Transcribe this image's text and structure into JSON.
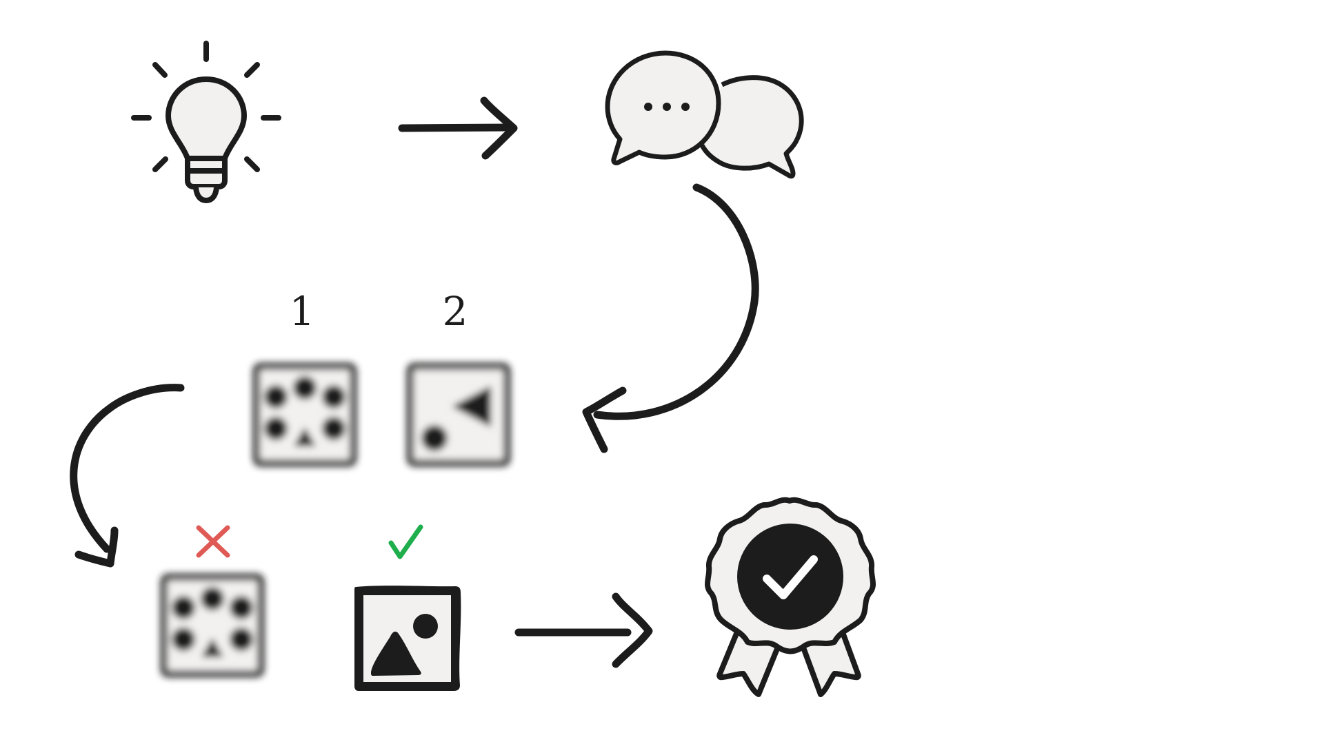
{
  "diagram": {
    "steps": [
      {
        "name": "idea",
        "icon": "lightbulb-icon"
      },
      {
        "name": "discussion",
        "icon": "chat-bubbles-icon"
      },
      {
        "name": "options",
        "icon": "blurred-image-options-icon"
      },
      {
        "name": "selection",
        "icon": "selected-image-icon"
      },
      {
        "name": "approval",
        "icon": "award-ribbon-check-icon"
      }
    ],
    "option_labels": [
      "1",
      "2"
    ],
    "rejected_mark": "cross-icon",
    "accepted_mark": "checkmark-icon"
  },
  "colors": {
    "ink": "#1c1c1c",
    "fill": "#f2f1ef",
    "reject": "#e05a55",
    "accept": "#1fae4c"
  }
}
